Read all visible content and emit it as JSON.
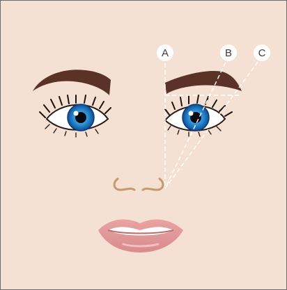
{
  "diagram": {
    "background_color": "#f5e1d3",
    "line_color": "#ffffff",
    "markers": [
      {
        "id": "A",
        "label": "A"
      },
      {
        "id": "B",
        "label": "B"
      },
      {
        "id": "C",
        "label": "C"
      }
    ]
  }
}
